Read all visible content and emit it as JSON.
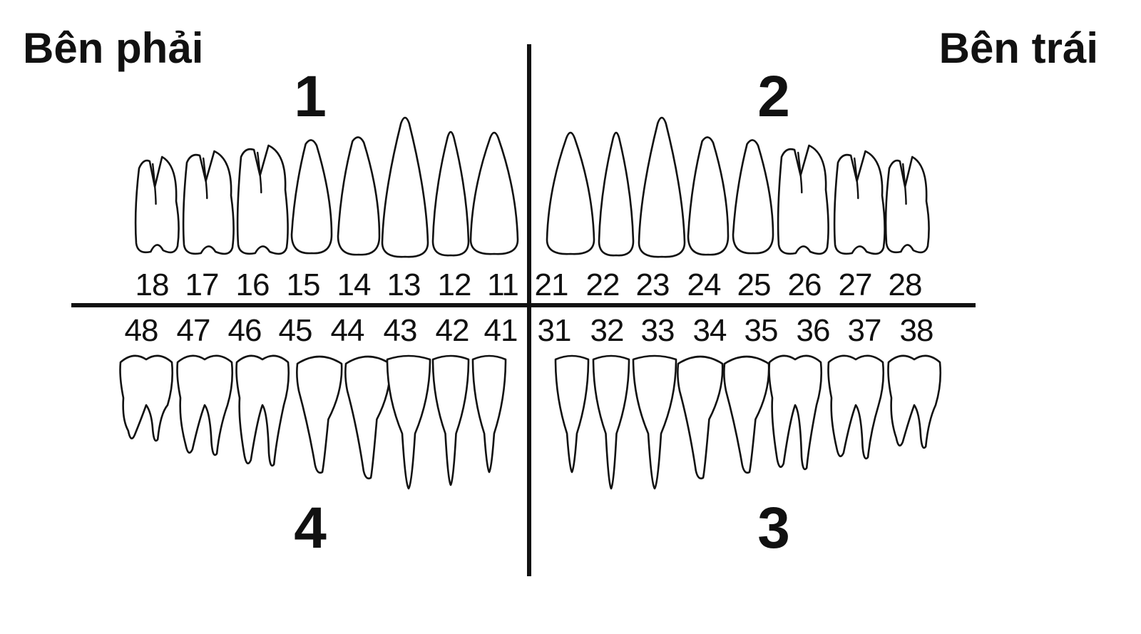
{
  "labels": {
    "right_side": "Bên phải",
    "left_side": "Bên trái"
  },
  "quadrants": [
    "1",
    "2",
    "3",
    "4"
  ],
  "teeth": {
    "upper_right": [
      "18",
      "17",
      "16",
      "15",
      "14",
      "13",
      "12",
      "11"
    ],
    "upper_left": [
      "21",
      "22",
      "23",
      "24",
      "25",
      "26",
      "27",
      "28"
    ],
    "lower_right": [
      "48",
      "47",
      "46",
      "45",
      "44",
      "43",
      "42",
      "41"
    ],
    "lower_left": [
      "31",
      "32",
      "33",
      "34",
      "35",
      "36",
      "37",
      "38"
    ]
  },
  "colors": {
    "ink": "#111111",
    "background": "#ffffff"
  }
}
